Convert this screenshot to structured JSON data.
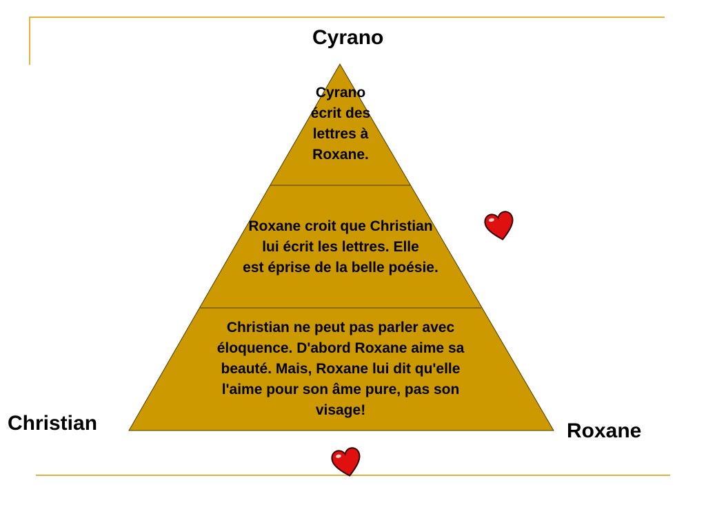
{
  "labels": {
    "top": "Cyrano",
    "left": "Christian",
    "right": "Roxane"
  },
  "tiers": {
    "top": [
      "Cyrano",
      "écrit des",
      "lettres à",
      "Roxane."
    ],
    "middle": [
      "Roxane croit que Christian",
      "lui écrit les lettres.  Elle",
      "est éprise de la belle poésie."
    ],
    "bottom": [
      "Christian ne peut pas parler avec",
      "éloquence.  D'abord Roxane aime sa",
      "beauté. Mais, Roxane lui dit qu'elle",
      "l'aime pour son âme pure, pas son",
      "visage!"
    ]
  },
  "colors": {
    "pyramid_fill": "#cc9900",
    "accent_line": "#e0b040",
    "heart": "#e01010"
  },
  "icons": [
    "heart-icon",
    "heart-icon"
  ]
}
